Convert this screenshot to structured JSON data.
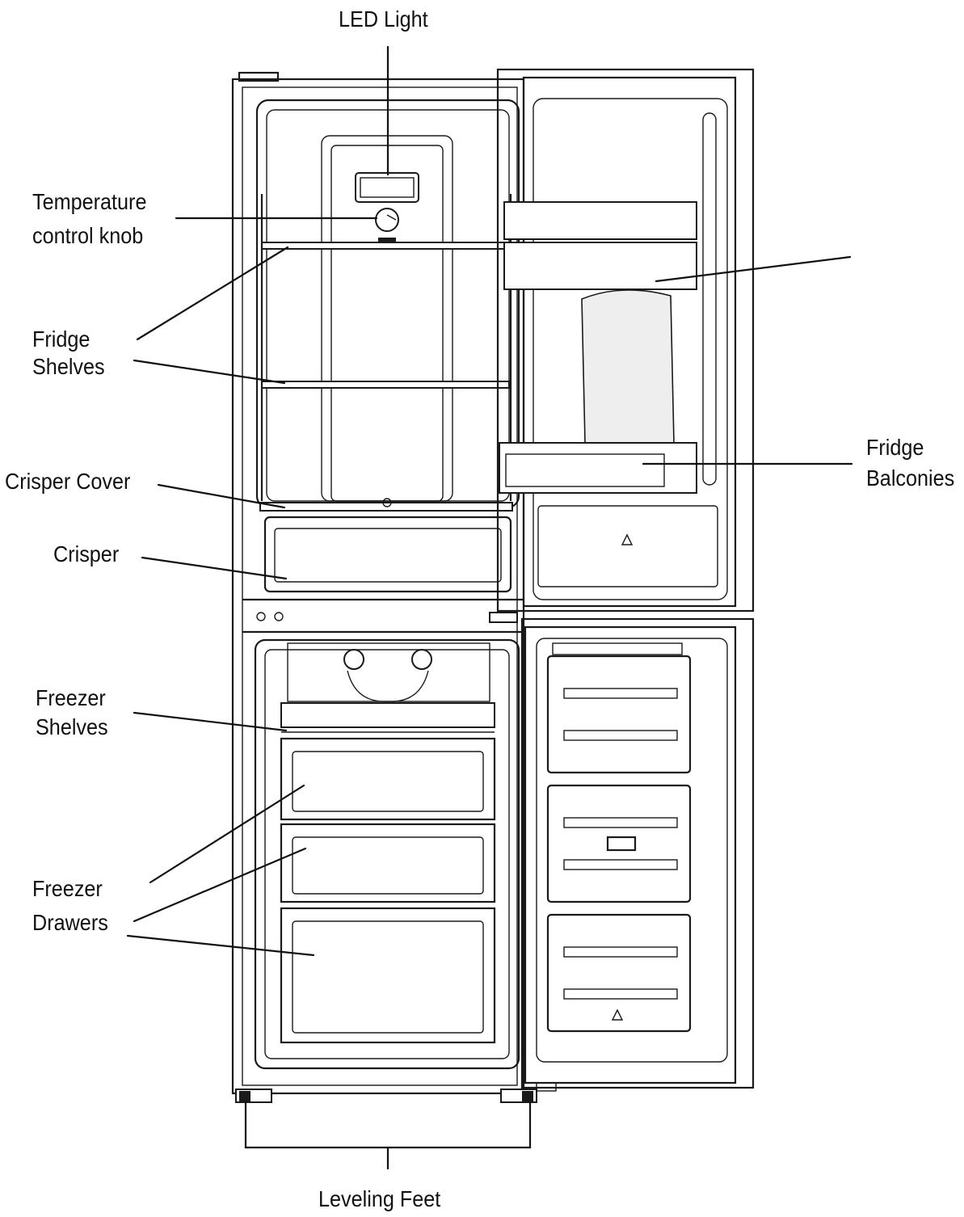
{
  "labels": {
    "led_light": "LED Light",
    "temperature_control_knob": [
      "Temperature",
      "control knob"
    ],
    "fridge_shelves": [
      "Fridge",
      "Shelves"
    ],
    "crisper_cover": "Crisper Cover",
    "crisper": "Crisper",
    "freezer_shelves": [
      "Freezer",
      "Shelves"
    ],
    "freezer_drawers": [
      "Freezer",
      "Drawers"
    ],
    "fridge_balconies": [
      "Fridge",
      "Balconies"
    ],
    "leveling_feet": "Leveling Feet"
  },
  "colors": {
    "line": "#1a1a1a",
    "text": "#111111",
    "background": "#ffffff"
  }
}
